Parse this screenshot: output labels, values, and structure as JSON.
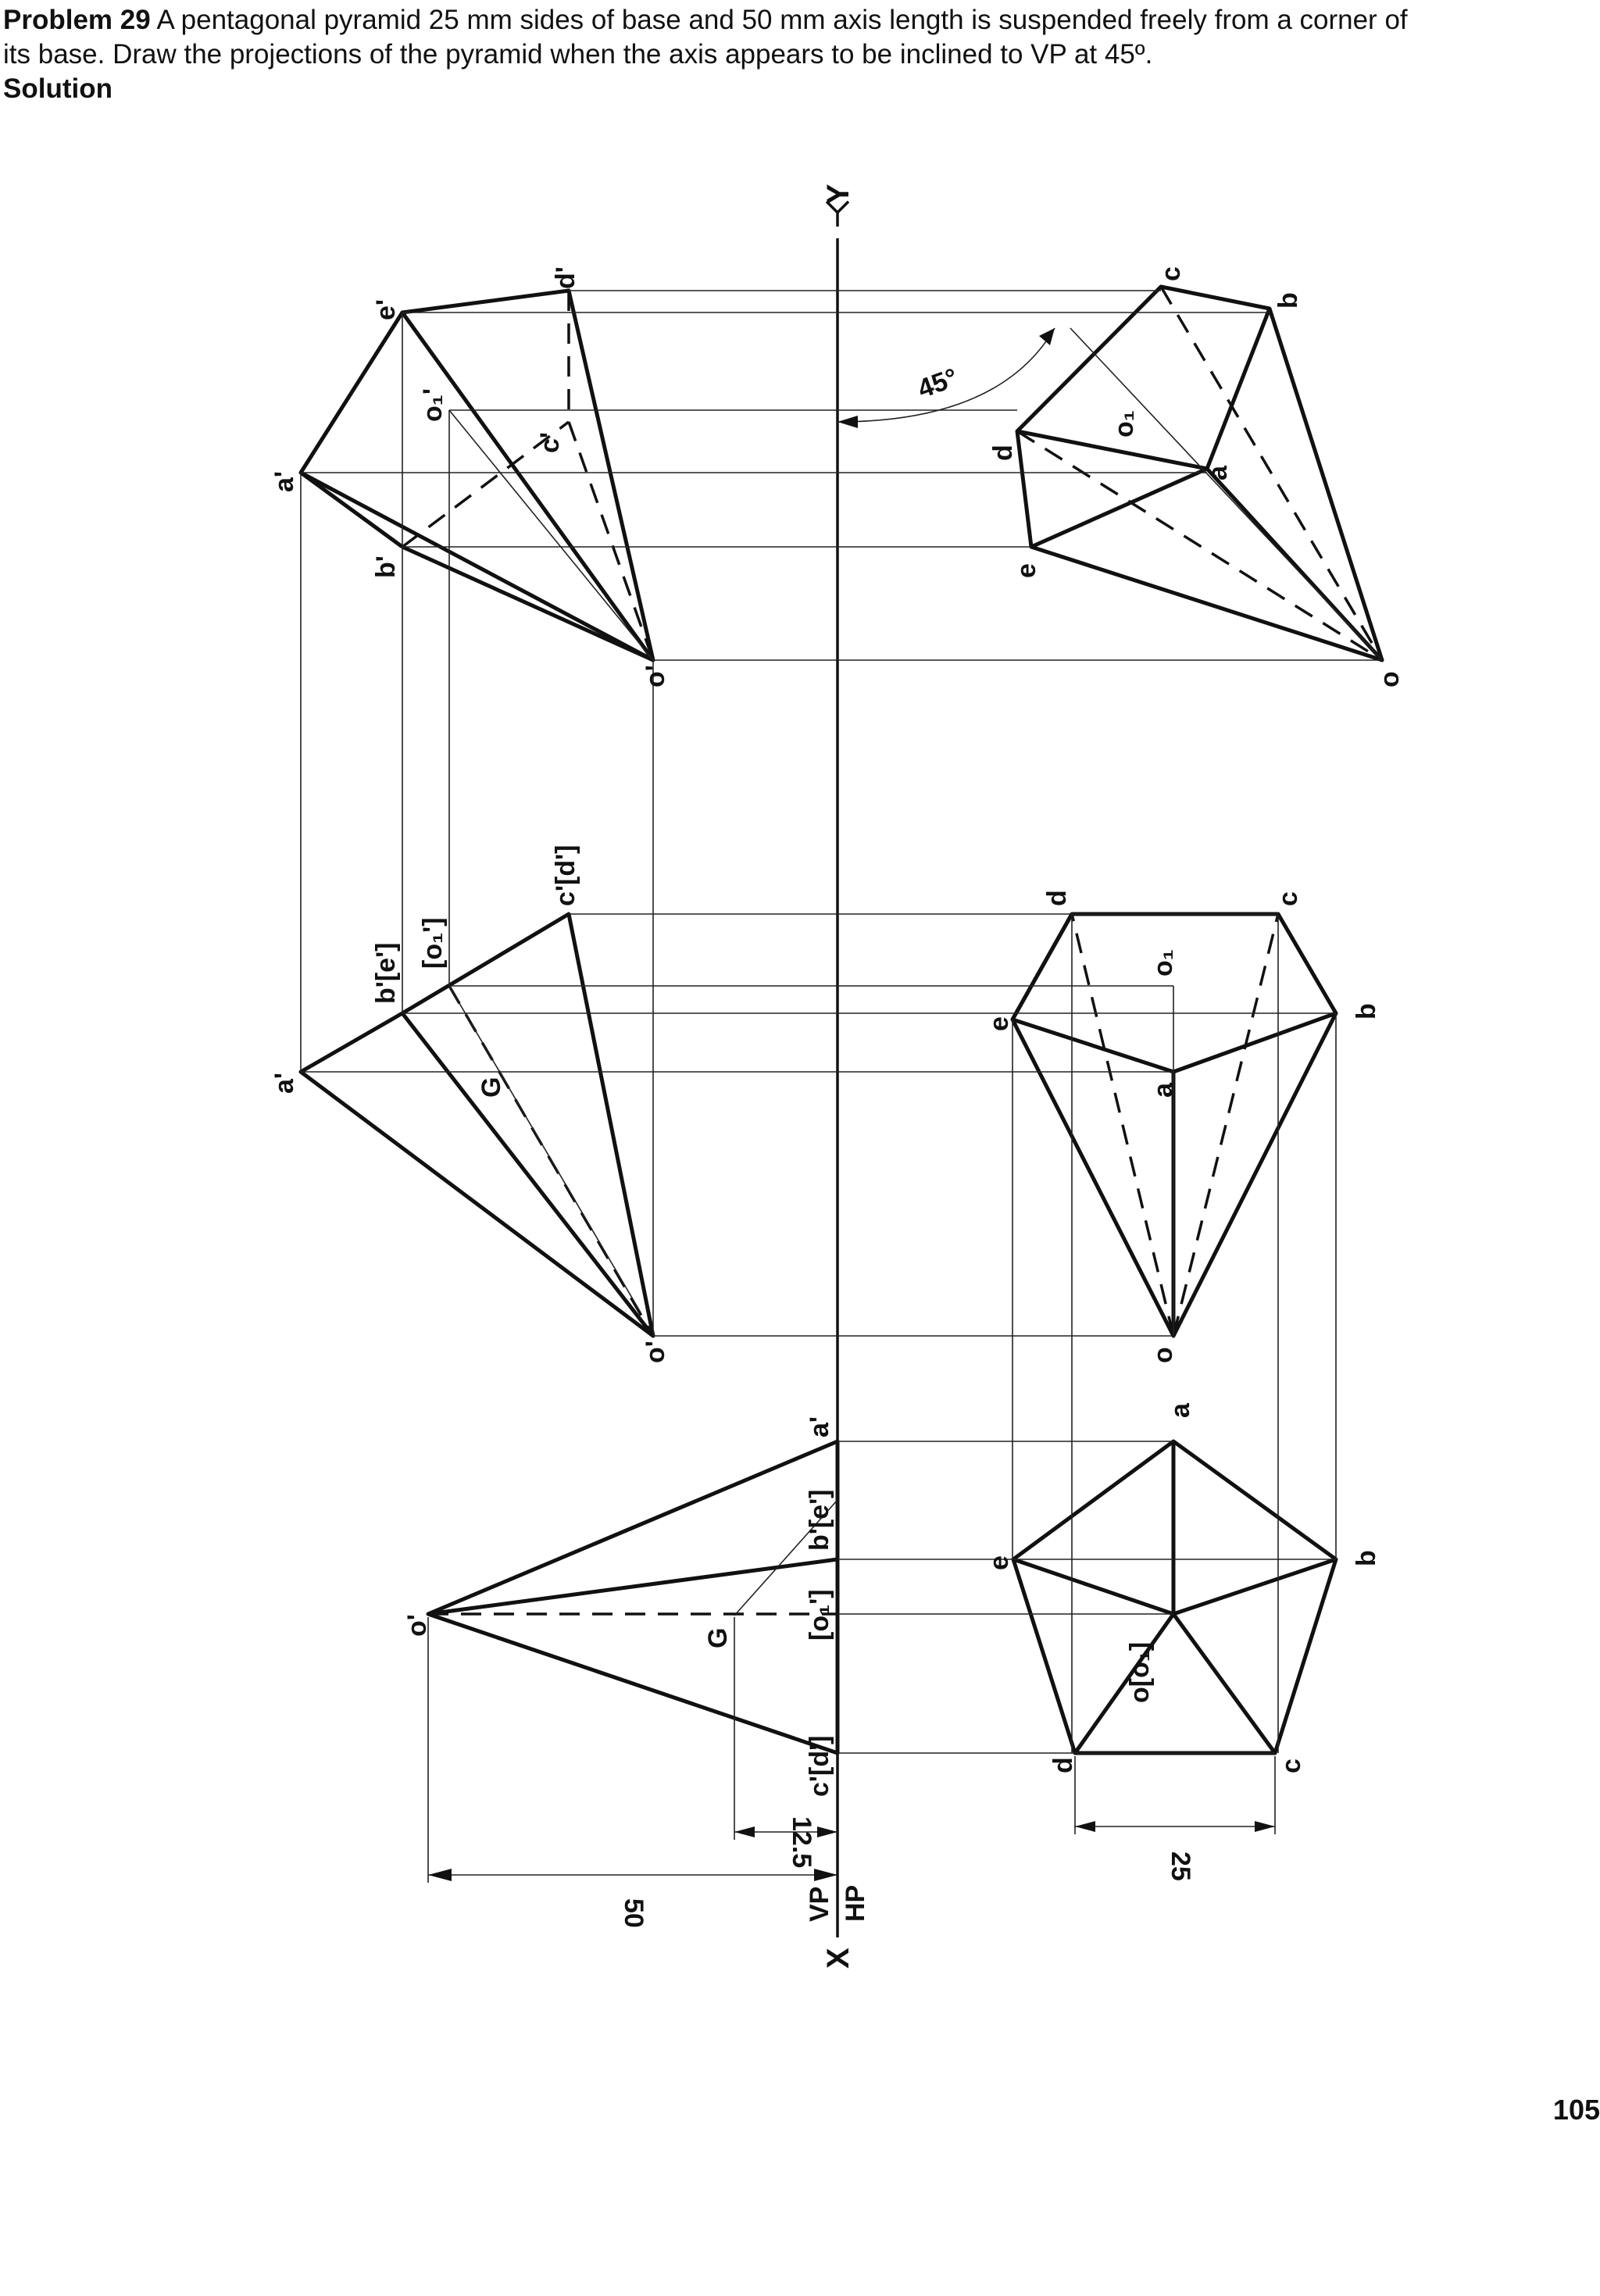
{
  "heading": {
    "problem_number": "Problem 29",
    "statement_line1": "A pentagonal pyramid 25 mm sides of base and 50 mm axis length is suspended freely from a corner of",
    "statement_line2": "its base. Draw the projections of the pyramid when the axis appears to be inclined to VP at 45º.",
    "solution_label": "Solution"
  },
  "page_number": "105",
  "reference_line": {
    "x_label": "X",
    "y_label": "Y",
    "upper_label": "VP",
    "lower_label": "HP"
  },
  "dimensions": {
    "axis_height": "50",
    "centroid_height": "12.5",
    "base_side": "25",
    "inclination": "45°"
  },
  "stage1": {
    "front_view_labels": [
      "o'",
      "a'",
      "b'[e']",
      "[o₁']",
      "c'[d']",
      "G"
    ],
    "top_view_labels": [
      "a",
      "b",
      "c",
      "d",
      "e",
      "o[o₁]"
    ]
  },
  "stage2": {
    "front_view_labels": [
      "a'",
      "b'[e']",
      "[o₁']",
      "c'[d']",
      "o'",
      "G"
    ],
    "top_view_labels": [
      "o",
      "a",
      "b",
      "c",
      "d",
      "e",
      "o₁"
    ]
  },
  "stage3": {
    "front_view_labels": [
      "a'",
      "b'",
      "c'",
      "d'",
      "e'",
      "o₁'",
      "o'"
    ],
    "top_view_labels": [
      "a",
      "b",
      "c",
      "d",
      "e",
      "o₁",
      "o"
    ]
  }
}
